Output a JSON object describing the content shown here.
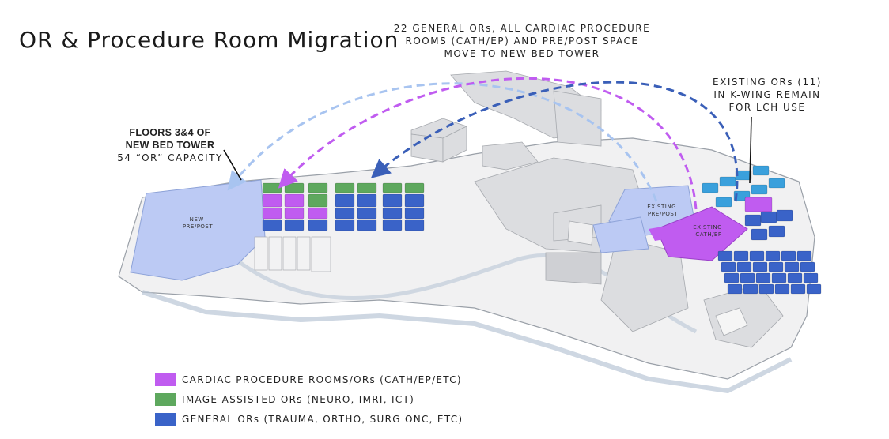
{
  "title": "OR & Procedure Room Migration",
  "callouts": {
    "top": [
      "22 GENERAL ORs, ALL CARDIAC PROCEDURE",
      "ROOMS (CATH/EP) AND PRE/POST SPACE",
      "MOVE TO NEW BED TOWER"
    ],
    "kwing": [
      "EXISTING ORs (11)",
      "IN K-WING REMAIN",
      "FOR LCH USE"
    ],
    "floors_bold": [
      "FLOORS 3&4 OF",
      "NEW BED TOWER"
    ],
    "floors_sub": "54 “OR” CAPACITY"
  },
  "map_labels": {
    "new_prepost": [
      "NEW",
      "PRE/POST"
    ],
    "existing_prepost": [
      "EXISTING",
      "PRE/POST"
    ],
    "existing_cath": [
      "EXISTING",
      "CATH/EP"
    ]
  },
  "legend": [
    {
      "label": "CARDIAC PROCEDURE ROOMS/ORs (CATH/EP/ETC)",
      "color": "#c05cf0"
    },
    {
      "label": "IMAGE-ASSISTED ORs (NEURO, IMRI, ICT)",
      "color": "#5ea85e"
    },
    {
      "label": "GENERAL ORs (TRAUMA, ORTHO, SURG ONC, ETC)",
      "color": "#3a63c8"
    }
  ],
  "colors": {
    "cardiac": "#c05cf0",
    "image_assisted": "#5ea85e",
    "general": "#3a63c8",
    "existing_or": "#3aa0dc",
    "prepost": "#b4c4f2",
    "arrow_light": "#a8c4f0",
    "arrow_purple": "#c05cf0",
    "arrow_dark": "#3a5fb8"
  }
}
